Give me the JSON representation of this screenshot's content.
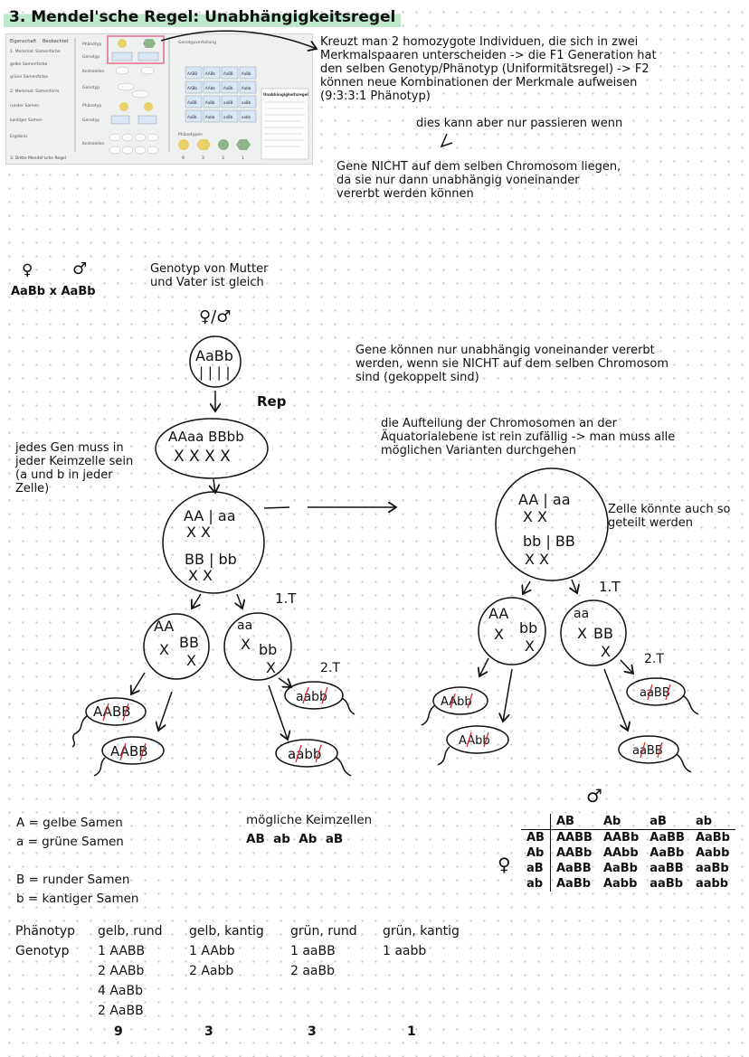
{
  "title": "3. Mendel'sche Regel: Unabhängigkeitsregel",
  "thumbnail": {
    "col_headers": [
      "Eigenschaft",
      "Beobachtet"
    ],
    "left_lines": [
      "1. Merkmal: Samenfarbe",
      "gelbe Samenfarbe",
      "grüne Samenfarbe",
      "2. Merkmal: Samenform",
      "runder Samen",
      "kantiger Samen",
      "Ergebnis"
    ],
    "row_labels": [
      "Phänotyp",
      "Genotyp",
      "Keimzellen",
      "Genotyp",
      "Phänotyp",
      "Genotyp",
      "Keimzellen",
      "Phänotypen"
    ],
    "top_label": "Genotypverteilung",
    "cells": [
      "AABB",
      "AABb",
      "AaBB",
      "AaBb",
      "AABb",
      "AAbb",
      "AaBb",
      "Aabb",
      "AaBB",
      "AaBb",
      "aaBB",
      "aaBb",
      "AaBb",
      "Aabb",
      "aaBb",
      "aabb"
    ],
    "box_title": "Unabhängigkeitsregel",
    "footer": "3. Dritte Mendel'sche Regel",
    "ratio": [
      "9",
      "3",
      "3",
      "1"
    ]
  },
  "intro": {
    "line1": "Kreuzt man 2 homozygote Individuen, die sich in zwei",
    "line2": "Merkmalspaaren unterscheiden -> die F1 Generation hat",
    "line3": "den selben Genotyp/Phänotyp (Uniformitätsregel) -> F2",
    "line4": "können neue Kombinationen der Merkmale aufweisen",
    "line5": "(9:3:3:1 Phänotyp)",
    "condition": "dies kann aber nur passieren wenn",
    "reason1": "Gene NICHT auf dem selben Chromosom liegen,",
    "reason2": "da sie nur dann unabhängig voneinander",
    "reason3": "vererbt werden können"
  },
  "parents": {
    "female_symbol": "♀",
    "male_symbol": "♂",
    "cross": "AaBb x AaBb",
    "note1": "Genotyp von Mutter",
    "note2": "und Vater ist gleich",
    "combined_symbol": "♀/♂"
  },
  "diagram": {
    "cell_top": "AaBb",
    "rep": "Rep",
    "rep_cell": "AAaa BBbb",
    "gene_note": [
      "jedes Gen muss in",
      "jeder Keimzelle sein",
      "(a und b in jeder",
      "Zelle)"
    ],
    "meta_left_top": "AA | aa",
    "meta_left_bottom": "BB | bb",
    "meta_right_top": "AA | aa",
    "meta_right_bottom": "bb | BB",
    "first_division": "1.T",
    "second_division": "2.T",
    "left_daughter_a": "AA",
    "left_daughter_b": "BB",
    "left_daughter2_a": "aa",
    "left_daughter2_b": "bb",
    "right_daughter_a": "AA",
    "right_daughter_b": "bb",
    "right_daughter2_a": "aa",
    "right_daughter2_b": "BB",
    "gametes_left": [
      "AABB",
      "AABB",
      "aabb",
      "aabb"
    ],
    "gametes_right": [
      "AAbb",
      "AAbb",
      "aaBB",
      "aaBB"
    ],
    "alt_note": [
      "Zelle könnte auch so",
      "geteilt werden"
    ],
    "independent_note": [
      "Gene können nur unabhängig voneinander vererbt",
      "werden, wenn sie NICHT auf dem selben Chromosom",
      "sind (gekoppelt sind)"
    ],
    "random_note": [
      "die Aufteilung der Chromosomen an der",
      "Äquatorialebene ist rein zufällig -> man muss alle",
      "möglichen Varianten durchgehen"
    ]
  },
  "legend": {
    "A": "A = gelbe Samen",
    "a": "a = grüne Samen",
    "B": "B = runder Samen",
    "b": "b = kantiger Samen"
  },
  "gametes": {
    "label": "mögliche Keimzellen",
    "list": "AB  ab  Ab  aB"
  },
  "punnett": {
    "male_symbol": "♂",
    "female_symbol": "♀",
    "cols": [
      "AB",
      "Ab",
      "aB",
      "ab"
    ],
    "rows": [
      {
        "label": "AB",
        "cells": [
          "AABB",
          "AABb",
          "AaBB",
          "AaBb"
        ]
      },
      {
        "label": "Ab",
        "cells": [
          "AABb",
          "AAbb",
          "AaBb",
          "Aabb"
        ]
      },
      {
        "label": "aB",
        "cells": [
          "AaBB",
          "AaBb",
          "aaBB",
          "aaBb"
        ]
      },
      {
        "label": "ab",
        "cells": [
          "AaBb",
          "Aabb",
          "aaBb",
          "aabb"
        ]
      }
    ]
  },
  "phenotypes": {
    "row_label_1": "Phänotyp",
    "row_label_2": "Genotyp",
    "groups": [
      {
        "name": "gelb, rund",
        "genotypes": [
          "1 AABB",
          "2 AABb",
          "4 AaBb",
          "2 AaBB"
        ],
        "count": "9"
      },
      {
        "name": "gelb, kantig",
        "genotypes": [
          "1 AAbb",
          "2 Aabb"
        ],
        "count": "3"
      },
      {
        "name": "grün, rund",
        "genotypes": [
          "1 aaBB",
          "2 aaBb"
        ],
        "count": "3"
      },
      {
        "name": "grün, kantig",
        "genotypes": [
          "1 aabb"
        ],
        "count": "1"
      }
    ]
  }
}
